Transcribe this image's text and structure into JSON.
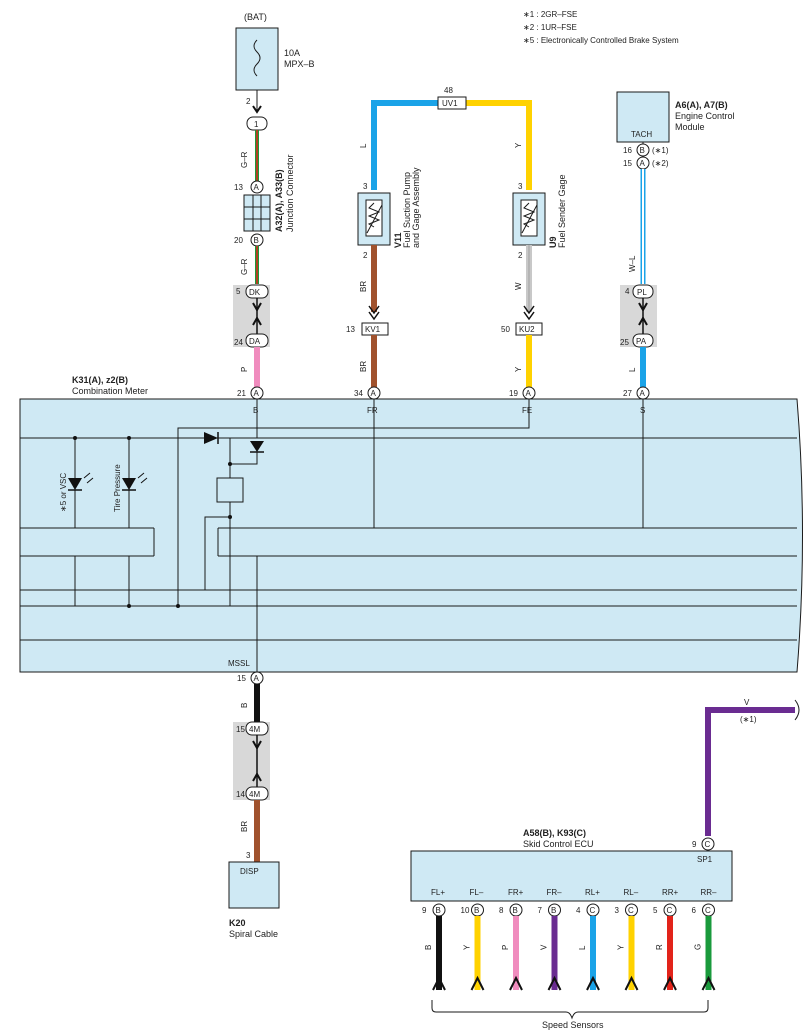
{
  "notes": [
    "∗1 : 2GR–FSE",
    "∗2 : 1UR–FSE",
    "∗5 : Electronically Controlled Brake System"
  ],
  "bat": {
    "label": "(BAT)",
    "fuse_rating": "10A",
    "fuse_name": "MPX–B",
    "pin": "2",
    "conn": "1"
  },
  "junction": {
    "name": "A32(A), A33(B)",
    "desc": "Junction Connector",
    "pin_top": "13",
    "conn_top": "A",
    "pin_bot": "20",
    "conn_bot": "B"
  },
  "wire_codes": {
    "gr1": "G–R",
    "gr2": "G–R",
    "p": "P",
    "l_fuel": "L",
    "br1": "BR",
    "br2": "BR",
    "y1": "Y",
    "w": "W",
    "y2": "Y",
    "wl": "W–L",
    "l_tach": "L",
    "b_mssl": "B",
    "br_disp": "BR",
    "v_sp1": "V"
  },
  "conn_dk": {
    "pin_top": "5",
    "top": "DK",
    "pin_bot": "24",
    "bot": "DA"
  },
  "conn_uv1": {
    "pin": "48",
    "label": "UV1"
  },
  "v11": {
    "name": "V11",
    "desc1": "Fuel Suction Pump",
    "desc2": "and Gage Assembly",
    "pin_top": "3",
    "pin_bot": "2"
  },
  "u9": {
    "name": "U9",
    "desc": "Fuel Sender Gage",
    "pin_top": "3",
    "pin_bot": "2"
  },
  "conn_kv1": {
    "pin": "13",
    "label": "KV1"
  },
  "conn_ku2": {
    "pin": "50",
    "label": "KU2"
  },
  "ecm": {
    "name": "A6(A), A7(B)",
    "desc1": "Engine Control",
    "desc2": "Module",
    "tach": "TACH",
    "pin1": "16",
    "conn1": "B",
    "note1": "(∗1)",
    "pin2": "15",
    "conn2": "A",
    "note2": "(∗2)"
  },
  "conn_pl": {
    "pin_top": "4",
    "top": "PL",
    "pin_bot": "25",
    "bot": "PA"
  },
  "meter": {
    "name": "K31(A), z2(B)",
    "desc": "Combination Meter",
    "pins": [
      {
        "num": "21",
        "conn": "A",
        "term": "B"
      },
      {
        "num": "34",
        "conn": "A",
        "term": "FR"
      },
      {
        "num": "19",
        "conn": "A",
        "term": "FE"
      },
      {
        "num": "27",
        "conn": "A",
        "term": "S"
      }
    ],
    "mssl_term": "MSSL",
    "mssl_pin": "15",
    "mssl_conn": "A",
    "lamp1": "∗5 or VSC",
    "lamp2": "Tire Pressure"
  },
  "conn_4m": {
    "pin_top": "15",
    "top": "4M",
    "pin_bot": "14",
    "bot": "4M"
  },
  "spiral": {
    "pin": "3",
    "term": "DISP",
    "name": "K20",
    "desc": "Spiral Cable"
  },
  "skid": {
    "name": "A58(B), K93(C)",
    "desc": "Skid Control ECU",
    "sp1_pin": "9",
    "sp1_conn": "C",
    "sp1_term": "SP1",
    "sp1_note": "(∗1)",
    "sensors_label": "Speed Sensors",
    "terms": [
      {
        "term": "FL+",
        "pin": "9",
        "conn": "B",
        "wire": "B",
        "color": "#111111"
      },
      {
        "term": "FL–",
        "pin": "10",
        "conn": "B",
        "wire": "Y",
        "color": "#ffd200"
      },
      {
        "term": "FR+",
        "pin": "8",
        "conn": "B",
        "wire": "P",
        "color": "#f08cbe"
      },
      {
        "term": "FR–",
        "pin": "7",
        "conn": "B",
        "wire": "V",
        "color": "#6a2c91"
      },
      {
        "term": "RL+",
        "pin": "4",
        "conn": "C",
        "wire": "L",
        "color": "#1aa3e8"
      },
      {
        "term": "RL–",
        "pin": "3",
        "conn": "C",
        "wire": "Y",
        "color": "#ffd200"
      },
      {
        "term": "RR+",
        "pin": "5",
        "conn": "C",
        "wire": "R",
        "color": "#e2231a"
      },
      {
        "term": "RR–",
        "pin": "6",
        "conn": "C",
        "wire": "G",
        "color": "#1a9a3c"
      }
    ]
  },
  "colors": {
    "component_fill": "#cfe9f4",
    "connector_shade": "#d8d8d8",
    "wire_blue": "#1aa3e8",
    "wire_yellow": "#ffd200",
    "wire_brown": "#a0522d",
    "wire_pink": "#f08cbe",
    "wire_black": "#111111",
    "wire_purple": "#6a2c91",
    "wire_grey": "#c8c8c8"
  }
}
